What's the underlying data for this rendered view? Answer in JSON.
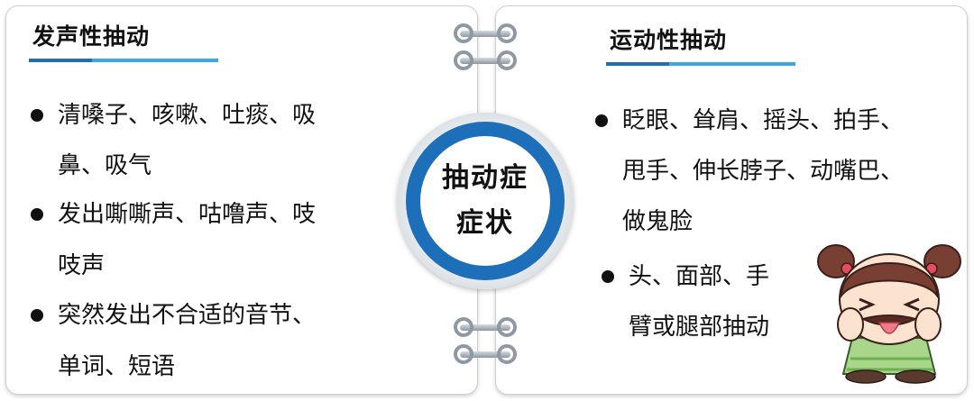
{
  "center": {
    "line1": "抽动症",
    "line2": "症状"
  },
  "left": {
    "title": "发声性抽动",
    "items": [
      {
        "line1": "清嗓子、咳嗽、吐痰、吸",
        "line2": "鼻、吸气"
      },
      {
        "line1": "发出嘶嘶声、咕噜声、吱",
        "line2": "吱声"
      },
      {
        "line1": "突然发出不合适的音节、",
        "line2": "单词、短语"
      }
    ]
  },
  "right": {
    "title": "运动性抽动",
    "items": [
      {
        "line1": "眨眼、耸肩、摇头、拍手、",
        "line2": "甩手、伸长脖子、动嘴巴、",
        "line3": "做鬼脸"
      },
      {
        "line1": "头、面部、手",
        "line2": "臂或腿部抽动"
      }
    ]
  },
  "colors": {
    "accent_dark": "#1f6fb2",
    "accent_light": "#3ba7e6",
    "ring_blue": "#1d6fb9"
  },
  "illustration": "child-making-face-icon"
}
